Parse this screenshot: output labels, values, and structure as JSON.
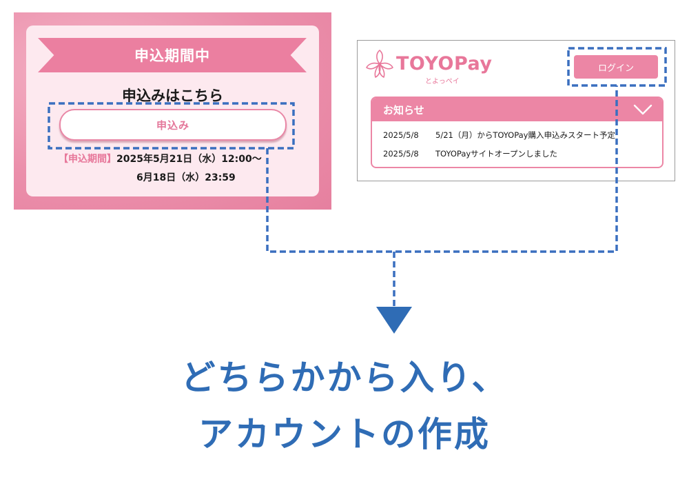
{
  "left_panel": {
    "banner": "申込期間中",
    "heading": "申込みはこちら",
    "apply_button": "申込み",
    "period_label": "【申込期間】",
    "period_start": "2025年5月21日（水）12:00〜",
    "period_end": "6月18日（水）23:59"
  },
  "right_panel": {
    "logo_text": "TOYOPay",
    "logo_sub": "とよっペイ",
    "login_button": "ログイン",
    "notice": {
      "title": "お知らせ",
      "items": [
        {
          "date": "2025/5/8",
          "text": "5/21（月）からTOYOPay購入申込みスタート予定"
        },
        {
          "date": "2025/5/8",
          "text": "TOYOPayサイトオープンしました"
        }
      ]
    }
  },
  "caption": {
    "line1": "どちらかから入り、",
    "line2": "アカウントの作成"
  },
  "colors": {
    "pink": "#ec86a5",
    "blue": "#2f6cb5",
    "dashed_blue": "#3a6fbf"
  },
  "icons": [
    "lily-flower-icon",
    "chevron-down-icon",
    "arrow-down-icon"
  ]
}
